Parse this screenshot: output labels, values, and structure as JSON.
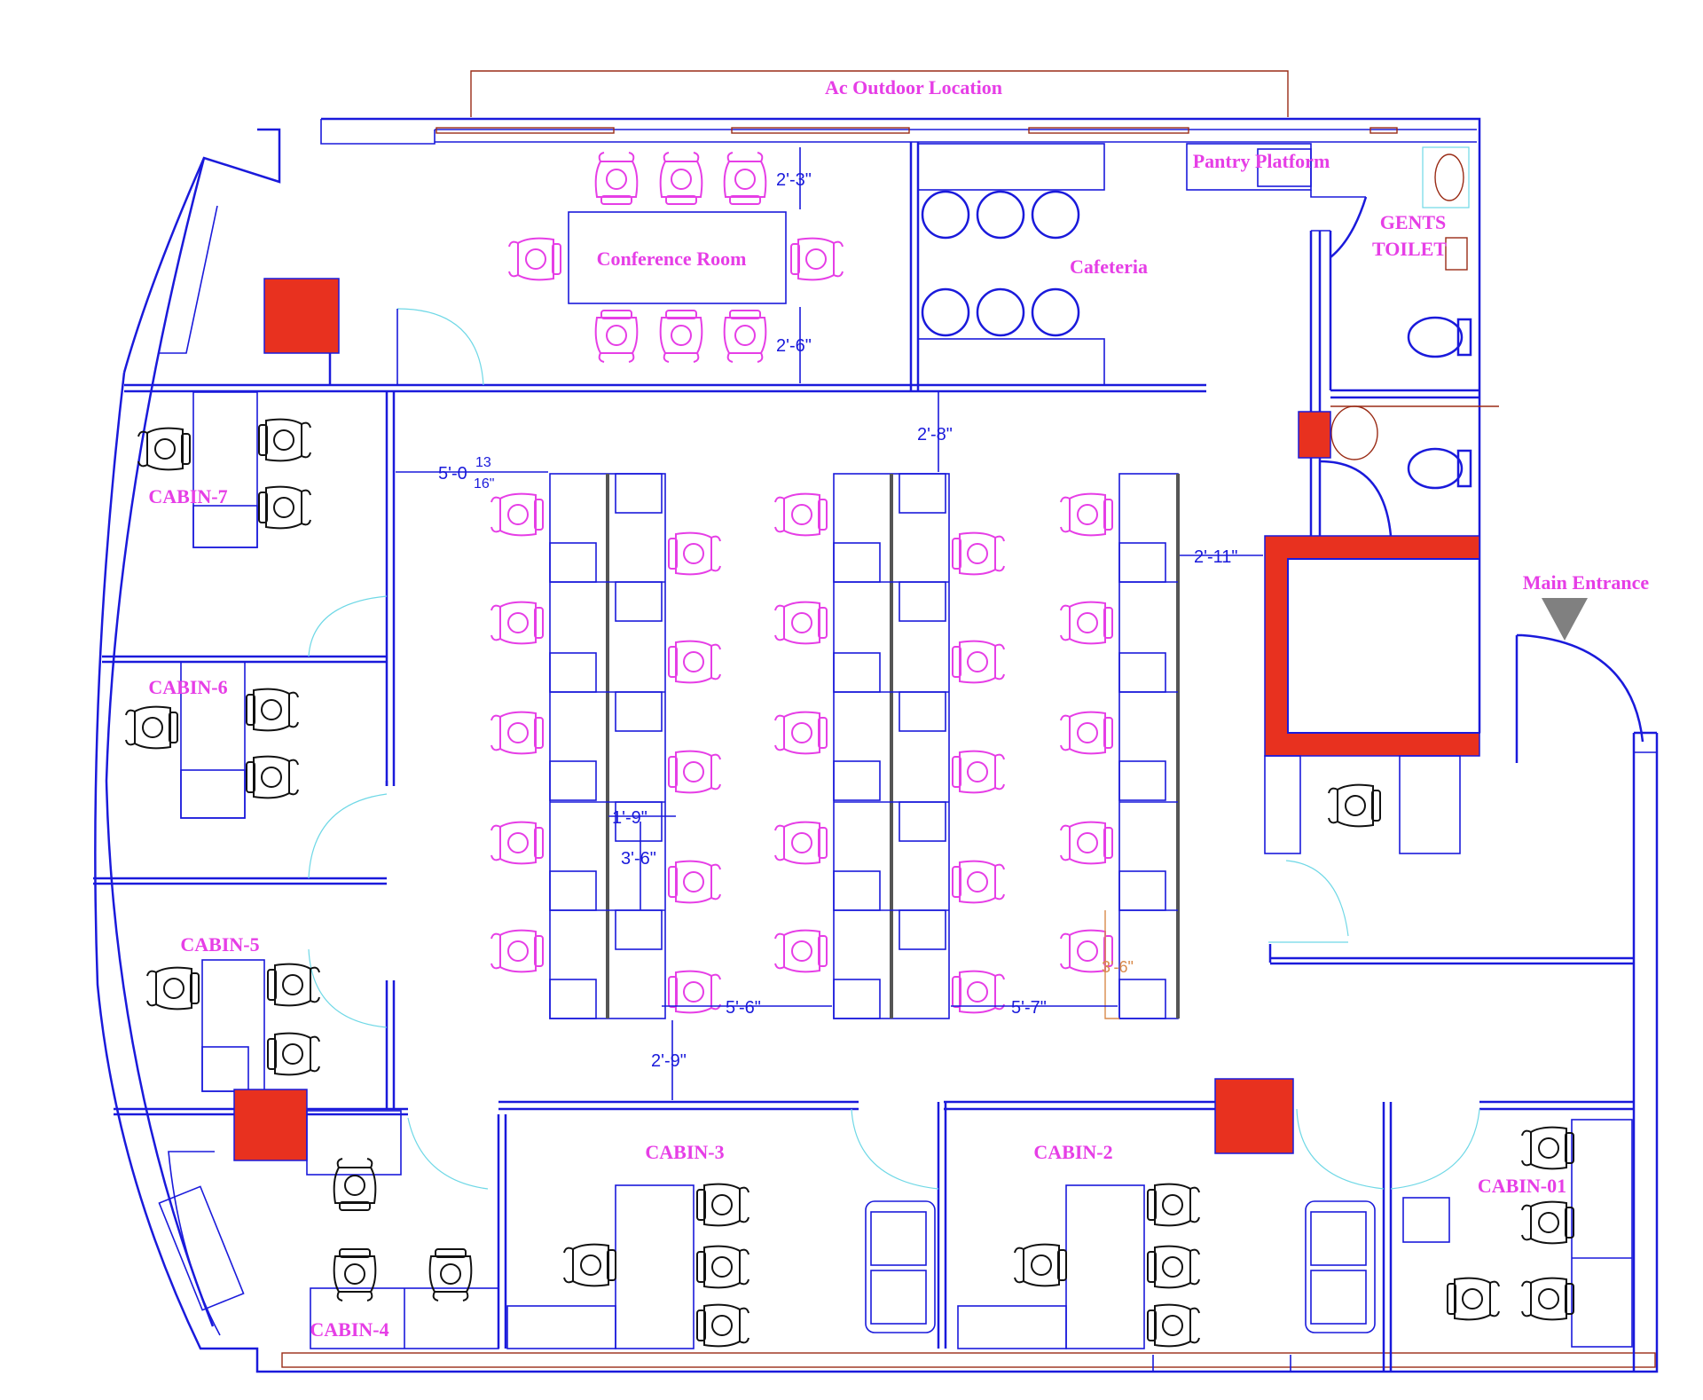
{
  "labels": {
    "ac_outdoor": "Ac Outdoor  Location",
    "conference": "Conference Room",
    "cafeteria": "Cafeteria",
    "pantry": "Pantry Platform",
    "gents": "GENTS",
    "toilet": "TOILET",
    "main_entrance": "Main Entrance",
    "cabin7": "CABIN-7",
    "cabin6": "CABIN-6",
    "cabin5": "CABIN-5",
    "cabin4": "CABIN-4",
    "cabin3": "CABIN-3",
    "cabin2": "CABIN-2",
    "cabin1": "CABIN-01"
  },
  "dimensions": {
    "conf_top": "2'-3\"",
    "conf_bottom": "2'-6\"",
    "corridor_top": "2'-8\"",
    "left_gap_main": "5'-0",
    "left_gap_num": "13",
    "left_gap_den": "16\"",
    "right_gap": "2'-11\"",
    "desk_w": "1'-9\"",
    "desk_h": "3'-6\"",
    "aisle1": "5'-6\"",
    "aisle2": "5'-7\"",
    "bottom_gap": "2'-9\"",
    "small_orange": "3'-6\""
  },
  "colors": {
    "wall": "#1a1adb",
    "label": "#e63ee6",
    "column": "#e8311f",
    "door_arc": "#6fd8e6",
    "window": "#9a2c16"
  }
}
